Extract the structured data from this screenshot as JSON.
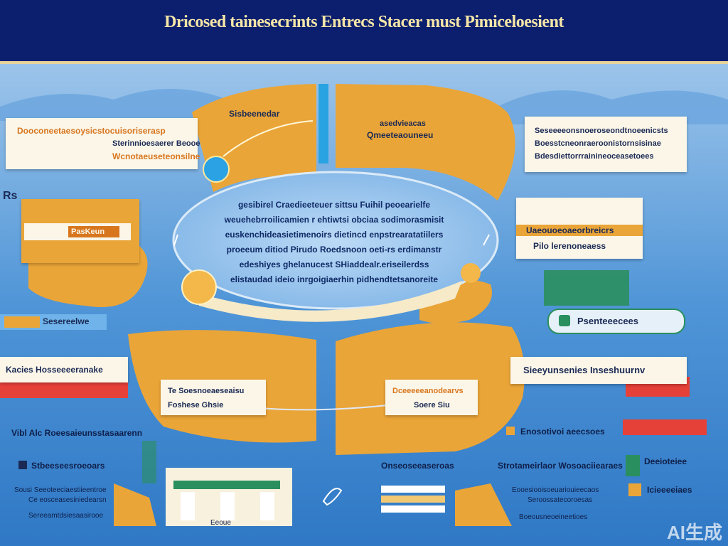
{
  "header": {
    "title": "Dricosed tainesecrints Entrecs Stacer must Pimiceloesient"
  },
  "center": {
    "lines": [
      "gesibirel Craedieeteuer sittsu Fuihil  peoearielfe",
      "weuehebrroilicamien r ehtiwtsi obciaa sodimorasmisit",
      "euskenchideasietimenoirs dietincd enpstrearatatiilers",
      "proeeum ditiod Pirudo Roedsnoon oeti-rs erdimanstr",
      "edeshiyes ghelanucest SHiaddealr.eriseilerdss",
      "elistaudad ideio inrgoigiaerhin pidhendtetsanoreite"
    ]
  },
  "top_left_card": {
    "line1": "Dooconeetaesoysicstocuisoriserasp",
    "line2": "Sterinnioesaerer Beooe",
    "line3": "Wcnotaeuseteonsilne"
  },
  "top_mid_label": "Sisbeenedar",
  "top_mid_right": {
    "line1": "asedvieacas",
    "line2": "Qmeeteaouneeu"
  },
  "top_right_card": {
    "line1": "Seseeeeonsnoeroseondtnoeenicsts",
    "line2": "Boesstcneonraeroonistornsisinae",
    "line3": "Bdesdiettorrrainineoceasetoees"
  },
  "left_edge_label": "Rs",
  "left_mid_card": {
    "label": "PasKeun"
  },
  "right_mid_card": {
    "line1": "Uaeouoeoaeorbreicrs",
    "line2": "Pilo lerenoneaess"
  },
  "left_bar_label": "Sesereelwe",
  "right_badge": {
    "label": "Psenteeecees"
  },
  "left_low_card": {
    "label": "Kacies Hosseeeeranake"
  },
  "right_low_card": {
    "label": "Sieeyunsenies Inseshuurnv"
  },
  "mid_small_left": {
    "line1": "Te  Soesnoeaeseaisu",
    "line2": "Foshese   Ghsie"
  },
  "mid_small_right": {
    "line1": "Dceeeeeanodearvs",
    "line2": "Soere Siu"
  },
  "bottom": {
    "left_header": "Vibl  Alc  Roeesaieunsstasaarenn",
    "left_item": "Stbeeseesroeoars",
    "left_sub1": "Sousi Seeoteeciaestiieentroe",
    "left_sub2": "Ce eosceasesiniedearsn",
    "left_sub3": "Sereeamtdsiesaasirooe",
    "mid_label": "Onseoseeaseroas",
    "mid_right_label": "Strotameirlaor Wosoaciiearaes",
    "mid_right_sub1": "Eooesiooisoeuariouieecaos",
    "mid_right_sub2": "Seroossatecoroesas",
    "mid_right_sub3": "Boeousneoeineetioes",
    "right_top": "Enosotivoi aeecsoes",
    "right_item1": "Deeioteiee",
    "right_item2": "Icieeeeiaes",
    "building_caption": "Eeoue"
  },
  "watermark": "AI生成",
  "colors": {
    "header": "#0c1f6e",
    "background": "#4d93d6",
    "orange": "#eaa538",
    "cream": "#fbf6e8",
    "ellipse": "#9cc6ec",
    "red": "#e64138",
    "green": "#2a8f5e"
  }
}
